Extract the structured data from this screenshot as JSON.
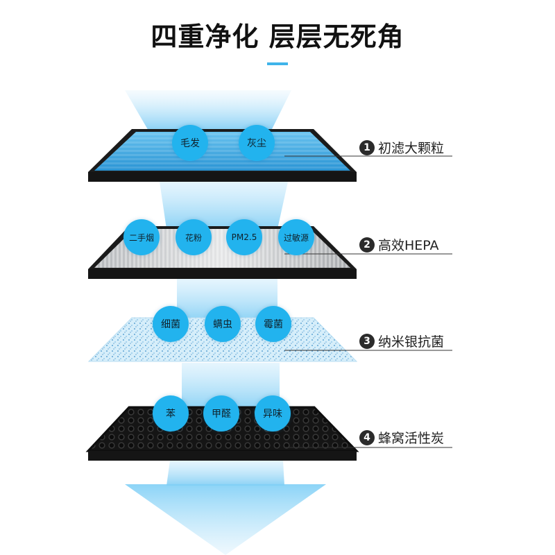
{
  "title": "四重净化 层层无死角",
  "colors": {
    "accent": "#3fb4ea",
    "bubble": "#22b3ee",
    "frame": "#1e1e1e"
  },
  "layers": [
    {
      "number": "1",
      "name": "初滤大颗粒",
      "targets": [
        "毛发",
        "灰尘"
      ]
    },
    {
      "number": "2",
      "name": "高效HEPA",
      "targets": [
        "二手烟",
        "花粉",
        "PM2.5",
        "过敏源"
      ]
    },
    {
      "number": "3",
      "name": "纳米银抗菌",
      "targets": [
        "细菌",
        "螨虫",
        "霉菌"
      ]
    },
    {
      "number": "4",
      "name": "蜂窝活性炭",
      "targets": [
        "苯",
        "甲醛",
        "异味"
      ]
    }
  ]
}
